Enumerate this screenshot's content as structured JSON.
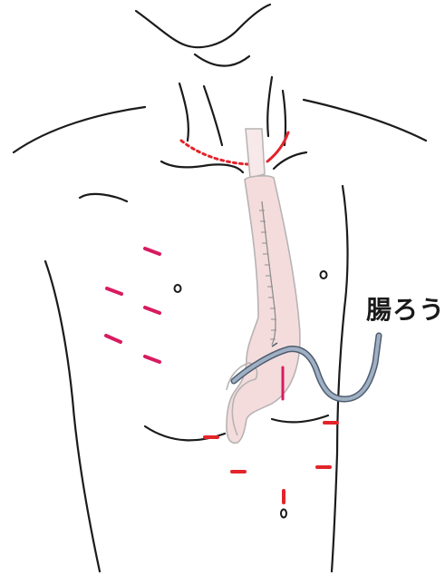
{
  "annotation": {
    "jejunostomy_label": "腸ろう"
  },
  "colors": {
    "body_outline": "#1b1b1b",
    "incision_red": "#e3242b",
    "port_magenta": "#d81b60",
    "conduit_fill": "#f4dcdd",
    "conduit_edge": "#b7b3b3",
    "staple_line": "#8e8e8e",
    "tube_blue": "#7d91aa",
    "tube_edge": "#4f5d6e"
  },
  "icons": {
    "conduit": "gastric-conduit",
    "tube": "feeding-tube",
    "incision": "neck-incision",
    "ports": "laparoscopic-port-marks"
  }
}
